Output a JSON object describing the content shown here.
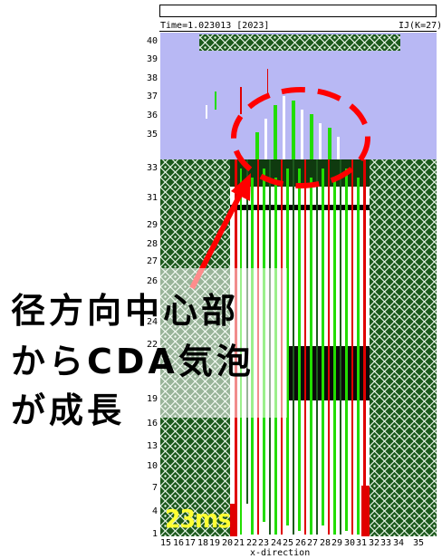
{
  "header": {
    "time_label": "Time=1.023013 [2023]",
    "slice_label": "IJ(K=27)"
  },
  "colors": {
    "gas": "#b8b8f4",
    "grid": "#1d5a1d",
    "liquid": "#ffffff",
    "red": "#e00000",
    "green": "#22dd00",
    "highlight": "#ff0000"
  },
  "y_axis": {
    "ticks": [
      "1",
      "4",
      "7",
      "10",
      "13",
      "16",
      "19",
      "22",
      "24",
      "26",
      "27",
      "28",
      "29",
      "31",
      "33",
      "35",
      "36",
      "37",
      "38",
      "39",
      "40"
    ]
  },
  "x_axis": {
    "ticks": [
      "15",
      "16",
      "17",
      "18",
      "19",
      "20",
      "21",
      "22",
      "23",
      "24",
      "25",
      "26",
      "27",
      "28",
      "29",
      "30",
      "31",
      "32",
      "33",
      "34",
      "35"
    ],
    "label": "x-direction"
  },
  "annotation": {
    "line1": "径方向中心部",
    "line2": "からCDA気泡",
    "line3": "が成長"
  },
  "time_stamp": "23ms"
}
